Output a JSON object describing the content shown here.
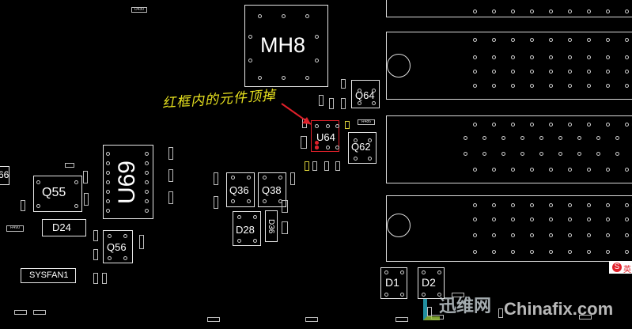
{
  "annotation": {
    "text": "红框内的元件顶掉",
    "color": "#e8e21f",
    "arrow_color": "#e0202a",
    "highlight_color": "#e0202a"
  },
  "components": {
    "mh8": "MH8",
    "u64": "U64",
    "q64": "Q64",
    "q62": "Q62",
    "q36": "Q36",
    "q38": "Q38",
    "u69": "U69",
    "q55": "Q55",
    "d24": "D24",
    "q56": "Q56",
    "d28": "D28",
    "d36": "D36",
    "sysfan1": "SYSFAN1",
    "d1": "D1",
    "d2": "D2",
    "edge_part": "66",
    "r490": "R490",
    "r486": "R486",
    "d430": "D430"
  },
  "watermark": {
    "cn": "迅维网",
    "en": "Chinafix.com",
    "ime": "英"
  },
  "colors": {
    "outline": "#e6e6e6",
    "highlight": "#e0202a",
    "small_yellow": "#d8cf39"
  }
}
